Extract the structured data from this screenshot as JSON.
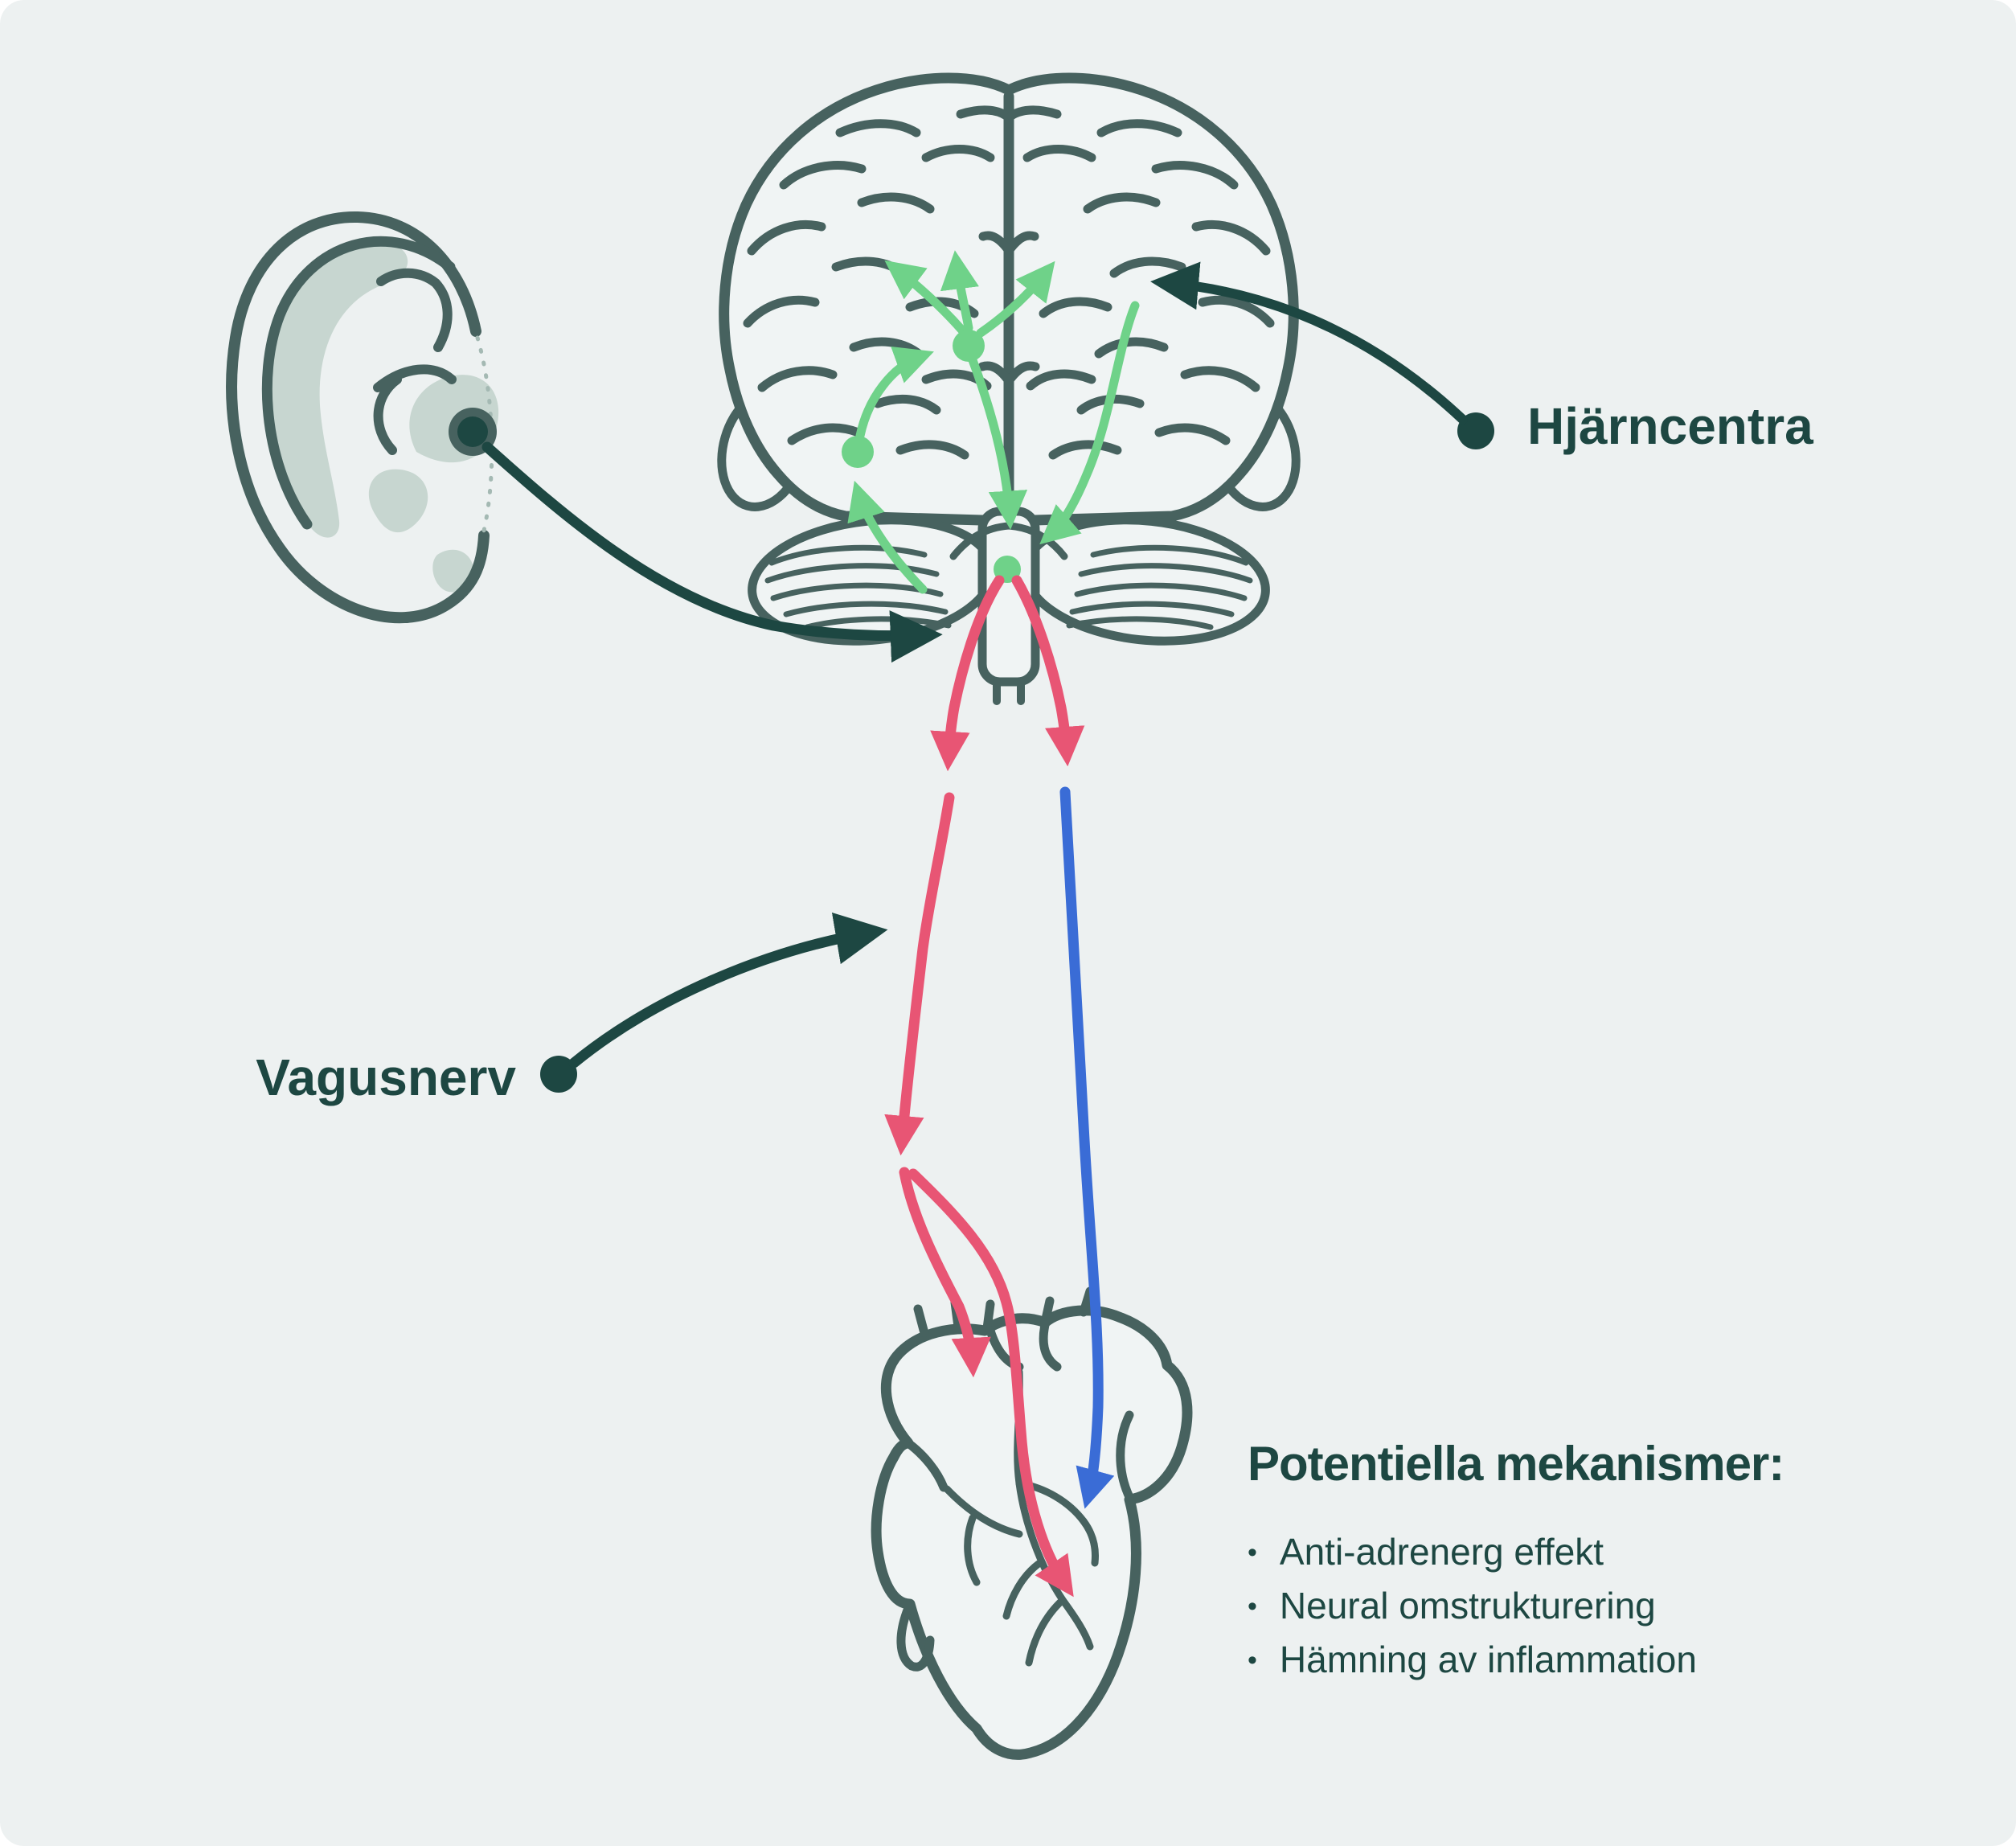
{
  "figure": {
    "callouts": {
      "brain_centers": {
        "label": "Hjärncentra"
      },
      "vagus_nerve": {
        "label": "Vagusnerv"
      }
    },
    "mechanisms": {
      "heading": "Potentiella mekanismer:",
      "bullet": "•",
      "items": [
        "Anti-adrenerg effekt",
        "Neural omstrukturering",
        "Hämning av inflammation"
      ]
    },
    "colors": {
      "page": "#ffffff",
      "background": "#edf1f1",
      "text_dark": "#1d4742",
      "anatomy_outline": "#47625f",
      "anatomy_fill": "#f0f4f4",
      "sage_fill": "#c7d6d0",
      "green_pathway": "#6fd289",
      "red_pathway": "#e85574",
      "blue_pathway": "#3a6cd6"
    },
    "icons": {
      "ear": "ear-illustration",
      "brain": "brain-illustration",
      "heart": "heart-illustration"
    }
  }
}
